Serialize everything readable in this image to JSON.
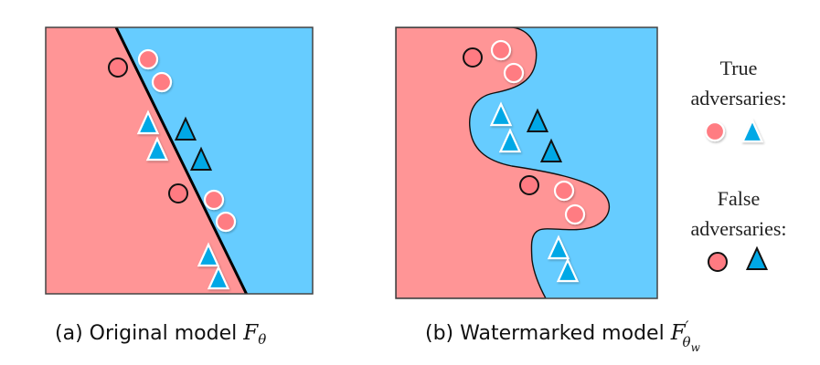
{
  "colors": {
    "region_a": "#FF9596",
    "region_b": "#66CCFF",
    "circle_fill": "#FF7B82",
    "triangle_fill": "#00A8E6",
    "true_outline": "#ffffff",
    "false_outline": "#111111",
    "boundary": "#000000"
  },
  "panels": [
    {
      "id": "a",
      "caption_prefix": "(a) Original model ",
      "caption_math": "F",
      "caption_sub": "θ",
      "caption_prime": "",
      "caption_subsub": "",
      "boundary_type": "linear"
    },
    {
      "id": "b",
      "caption_prefix": "(b) Watermarked model ",
      "caption_math": "F",
      "caption_sub": "θ",
      "caption_prime": "′",
      "caption_subsub": "w",
      "boundary_type": "curved"
    }
  ],
  "legend": {
    "true_label_1": "True",
    "true_label_2": "adversaries:",
    "false_label_1": "False",
    "false_label_2": "adversaries:",
    "true_markers": [
      "circle",
      "triangle"
    ],
    "false_markers": [
      "circle",
      "triangle"
    ]
  },
  "markers_per_panel": {
    "true_circles": 4,
    "true_triangles": 4,
    "false_circles": 2,
    "false_triangles": 2
  }
}
